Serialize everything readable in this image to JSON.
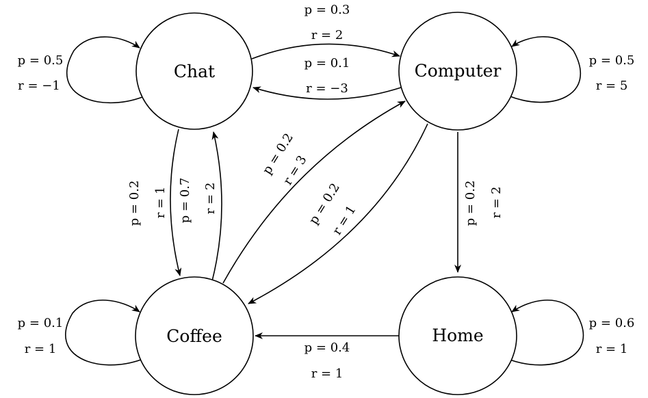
{
  "nodes": {
    "chat": "Chat",
    "computer": "Computer",
    "coffee": "Coffee",
    "home": "Home"
  },
  "edges": {
    "chat_self": {
      "p": "p = 0.5",
      "r": "r = −1"
    },
    "computer_self": {
      "p": "p = 0.5",
      "r": "r = 5"
    },
    "coffee_self": {
      "p": "p = 0.1",
      "r": "r = 1"
    },
    "home_self": {
      "p": "p = 0.6",
      "r": "r = 1"
    },
    "chat_to_computer": {
      "p": "p = 0.3",
      "r": "r = 2"
    },
    "computer_to_chat": {
      "p": "p = 0.1",
      "r": "r = −3"
    },
    "chat_to_coffee": {
      "p": "p = 0.2",
      "r": "r = 1"
    },
    "coffee_to_chat": {
      "p": "p = 0.7",
      "r": "r = 2"
    },
    "coffee_to_computer": {
      "p": "p = 0.2",
      "r": "r = 3"
    },
    "computer_to_coffee": {
      "p": "p = 0.2",
      "r": "r = 1"
    },
    "computer_to_home": {
      "p": "p = 0.2",
      "r": "r = 2"
    },
    "home_to_coffee": {
      "p": "p = 0.4",
      "r": "r = 1"
    }
  }
}
